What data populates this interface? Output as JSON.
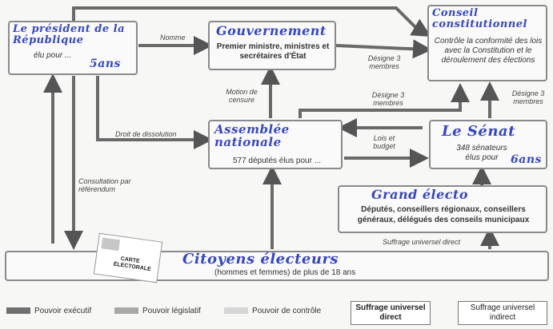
{
  "president": {
    "handwritten": "Le président de la République",
    "handwritten_term": "5ans",
    "caption": "élu pour ..."
  },
  "gouvernement": {
    "handwritten": "Gouvernement",
    "caption": "Premier ministre, ministres et secrétaires d'État"
  },
  "conseil": {
    "handwritten": "Conseil constitutionnel",
    "caption": "Contrôle la conformité des lois avec la Constitution et le déroulement des élections"
  },
  "assemblee": {
    "handwritten": "Assemblée nationale",
    "caption": "577 députés élus pour ..."
  },
  "senat": {
    "handwritten": "Le Sénat",
    "caption": "348 sénateurs élus pour",
    "handwritten_term": "6ans"
  },
  "grands_electeurs": {
    "handwritten": "Grand électo",
    "caption": "Députés, conseillers régionaux, conseillers généraux, délégués des conseils municipaux"
  },
  "citoyens": {
    "handwritten": "Citoyens électeurs",
    "caption": "(hommes et femmes) de plus de 18 ans"
  },
  "arrows": {
    "nomme": "Nomme",
    "designe_top": "Désigne 3 membres",
    "designe_mid": "Désigne 3 membres",
    "designe_right": "Désigne 3 membres",
    "motion": "Motion de censure",
    "dissolution": "Droit de dissolution",
    "lois": "Lois et budget",
    "consultation": "Consultation par référendum",
    "suffrage_direct": "Suffrage universel direct"
  },
  "card": {
    "line1": "CARTE",
    "line2": "ÉLECTORALE"
  },
  "legend": {
    "executif": "Pouvoir exécutif",
    "legislatif": "Pouvoir législatif",
    "controle": "Pouvoir de contrôle",
    "direct": "Suffrage universel direct",
    "indirect": "Suffrage universel indirect"
  },
  "colors": {
    "executif": "#6f6f6f",
    "legislatif": "#a8a8a8",
    "controle": "#d6d6d6",
    "ink": "#3646c8"
  }
}
